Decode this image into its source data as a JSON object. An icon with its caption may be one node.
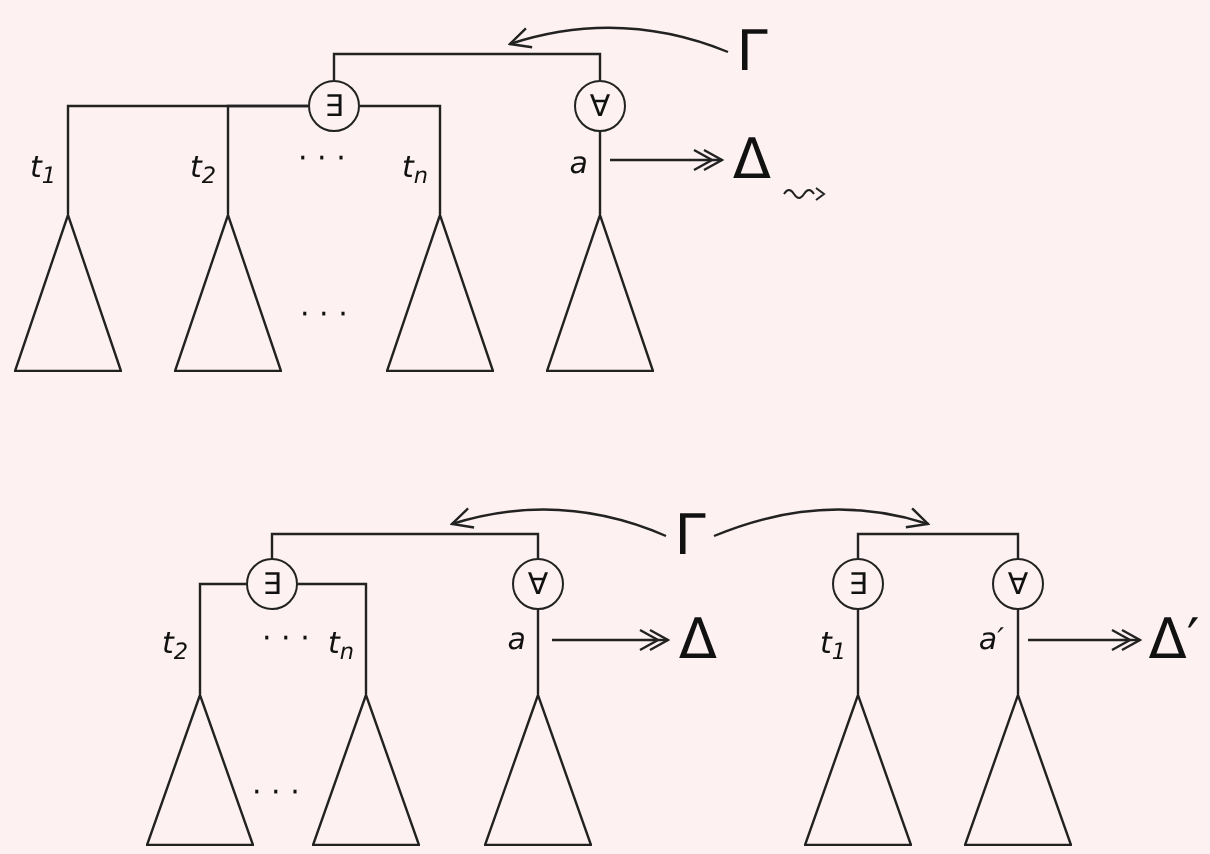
{
  "diagram": {
    "nodes": [
      {
        "text": [
          "Γ"
        ]
      },
      {
        "text": [
          "∃"
        ]
      },
      {
        "text": [
          "∀"
        ]
      },
      {
        "text": [
          "Δ"
        ]
      },
      {
        "text": [],
        "shape": "triangle"
      },
      {
        "text": [],
        "shape": "triangle"
      },
      {
        "text": [],
        "shape": "triangle"
      },
      {
        "text": [],
        "shape": "triangle"
      },
      {
        "text": [
          "Γ"
        ]
      },
      {
        "text": [
          "∃"
        ]
      },
      {
        "text": [
          "∀"
        ]
      },
      {
        "text": [
          "∃"
        ]
      },
      {
        "text": [
          "∀"
        ]
      },
      {
        "text": [
          "Δ"
        ]
      },
      {
        "text": [
          "Δ′"
        ]
      },
      {
        "text": [],
        "shape": "triangle"
      },
      {
        "text": [],
        "shape": "triangle"
      },
      {
        "text": [],
        "shape": "triangle"
      },
      {
        "text": [],
        "shape": "triangle"
      },
      {
        "text": [],
        "shape": "triangle"
      }
    ],
    "edges": [
      {
        "from": 0,
        "to": null,
        "arrow": "to"
      },
      {
        "from": 1,
        "to": 2,
        "arrow": "none"
      },
      {
        "from": 1,
        "to": 4,
        "arrow": "none",
        "label": "t$_{1}$"
      },
      {
        "from": 1,
        "to": 5,
        "arrow": "none",
        "label": "t$_{2}$"
      },
      {
        "from": 1,
        "to": 6,
        "arrow": "none",
        "label": "t$_{n}$"
      },
      {
        "from": 2,
        "to": 7,
        "arrow": "none",
        "label": "a"
      },
      {
        "from": null,
        "to": 3,
        "arrow": "to"
      },
      {
        "from": 8,
        "to": null,
        "arrow": "to"
      },
      {
        "from": 8,
        "to": null,
        "arrow": "to"
      },
      {
        "from": 9,
        "to": 10,
        "arrow": "none"
      },
      {
        "from": 9,
        "to": 15,
        "arrow": "none",
        "label": "t$_{2}$"
      },
      {
        "from": 9,
        "to": 16,
        "arrow": "none",
        "label": "t$_{n}$"
      },
      {
        "from": 10,
        "to": 17,
        "arrow": "none",
        "label": "a"
      },
      {
        "from": null,
        "to": 13,
        "arrow": "to"
      },
      {
        "from": 11,
        "to": 12,
        "arrow": "none"
      },
      {
        "from": 11,
        "to": 18,
        "arrow": "none",
        "label": "t$_{1}$"
      },
      {
        "from": 12,
        "to": 19,
        "arrow": "none",
        "label": "a′"
      },
      {
        "from": null,
        "to": 14,
        "arrow": "to"
      }
    ],
    "labels": [
      "· · ·",
      "· · ·",
      "· · ·",
      "· · ·"
    ]
  }
}
